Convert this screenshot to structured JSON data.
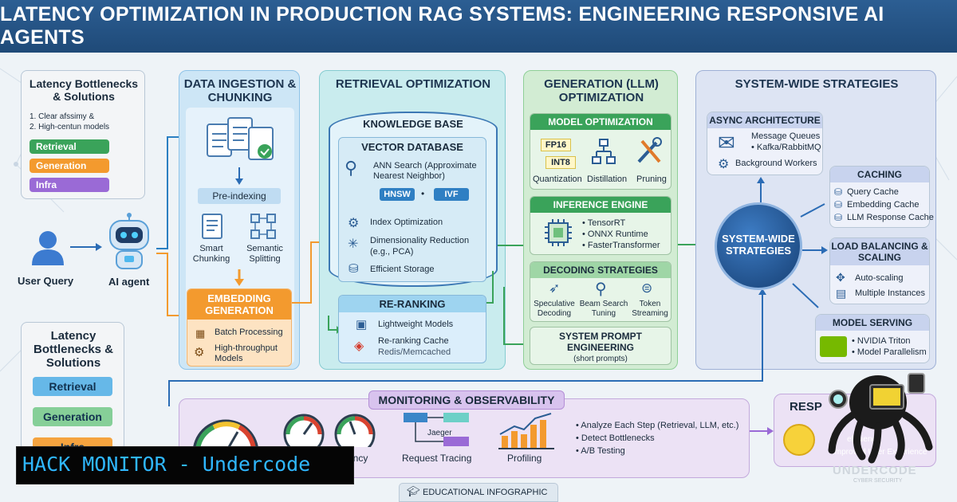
{
  "header": {
    "title": "LATENCY OPTIMIZATION IN PRODUCTION RAG SYSTEMS: ENGINEERING RESPONSIVE AI AGENTS"
  },
  "colors": {
    "header": "#2a5a8c",
    "retrieval": "#2f9fd6",
    "generation": "#3aa35a",
    "infra": "#8a5cd0",
    "orange": "#f39a2e",
    "system": "#1f4f86"
  },
  "legend1": {
    "title": "Latency Bottlenecks & Solutions",
    "lines": [
      "1. Clear afssimy &",
      "2. High-centun models"
    ],
    "pills": [
      "Retrieval",
      "Generation",
      "Infra"
    ]
  },
  "legend2": {
    "title": "Latency Bottlenecks & Solutions",
    "pills": [
      "Retrieval",
      "Generation",
      "Infra"
    ]
  },
  "left": {
    "user_query": "User Query",
    "ai_agent": "AI agent"
  },
  "ingestion": {
    "title": "DATA INGESTION & CHUNKING",
    "preindexing": "Pre-indexing",
    "smart_chunking": "Smart Chunking",
    "semantic_splitting": "Semantic Splitting",
    "embedding": "EMBEDDING GENERATION",
    "batch": "Batch Processing",
    "high_throughput": "High-throughput Models"
  },
  "retrieval": {
    "title": "RETRIEVAL OPTIMIZATION",
    "kb": "KNOWLEDGE BASE",
    "vdb": "VECTOR DATABASE",
    "ann": "ANN Search (Approximate Nearest Neighbor)",
    "hnsw": "HNSW",
    "dot": "•",
    "ivf": "IVF",
    "index_opt": "Index Optimization",
    "dim_red": "Dimensionality Reduction",
    "dim_red_sub": "(e.g., PCA)",
    "storage": "Efficient Storage",
    "reranking": "RE-RANKING",
    "lightweight": "Lightweight Models",
    "rr_cache": "Re-ranking Cache",
    "rr_cache_sub": "Redis/Memcached"
  },
  "generation": {
    "title": "GENERATION (LLM) OPTIMIZATION",
    "model_opt": "MODEL OPTIMIZATION",
    "fp16": "FP16",
    "int8": "INT8",
    "quantization": "Quantization",
    "distillation": "Distillation",
    "pruning": "Pruning",
    "inference": "INFERENCE ENGINE",
    "tensorrt": "• TensorRT",
    "onnx": "• ONNX Runtime",
    "fastertransformer": "• FasterTransformer",
    "decoding": "DECODING STRATEGIES",
    "speculative": "Speculative Decoding",
    "beam": "Beam Search Tuning",
    "token": "Token Streaming",
    "sysprompt": "SYSTEM PROMPT ENGINEERING",
    "sysprompt_sub": "(short prompts)"
  },
  "system": {
    "title": "SYSTEM-WIDE STRATEGIES",
    "hub": "SYSTEM-WIDE STRATEGIES",
    "async": "ASYNC ARCHITECTURE",
    "mq": "Message Queues",
    "kafka": "• Kafka/RabbitMQ",
    "bg": "Background Workers",
    "caching": "CACHING",
    "query_cache": "Query Cache",
    "emb_cache": "Embedding Cache",
    "llm_cache": "LLM Response Cache",
    "lb": "LOAD BALANCING & SCALING",
    "autoscaling": "Auto-scaling",
    "multiple": "Multiple Instances",
    "serving": "MODEL SERVING",
    "triton": "• NVIDIA Triton",
    "parallelism": "• Model Parallelism"
  },
  "monitoring": {
    "title": "MONITORING & OBSERVABILITY",
    "latency": "ency",
    "tracing": "Request Tracing",
    "jaeger": "Jaeger",
    "profiling": "Profiling",
    "bullets": [
      "• Analyze Each Step (Retrieval, LLM, etc.)",
      "• Detect Bottlenecks",
      "• A/B Testing"
    ]
  },
  "response": {
    "title": "RESP",
    "l1": "efficiency",
    "l2": "Improved User Experience"
  },
  "footer": {
    "label": "EDUCATIONAL INFOGRAPHIC"
  },
  "watermark": {
    "hack": "HACK MONITOR - Undercode",
    "brand": "UNDERCODE",
    "brand_sub": "CYBER SECURITY"
  }
}
